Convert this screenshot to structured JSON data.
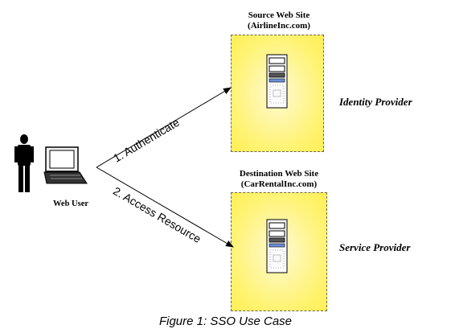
{
  "source_site": {
    "title_line1": "Source Web Site",
    "title_line2": "(AirlineInc.com)",
    "role": "Identity Provider"
  },
  "destination_site": {
    "title_line1": "Destination Web Site",
    "title_line2": "(CarRentalInc.com)",
    "role": "Service Provider"
  },
  "user": {
    "label": "Web  User"
  },
  "arrows": {
    "step1": "1.  Authenticate",
    "step2": "2.  Access Resource"
  },
  "caption": "Figure 1: SSO Use Case",
  "colors": {
    "box_fill": "#fff372",
    "box_border": "#666666",
    "arrow": "#000000"
  },
  "icons": [
    "person-icon",
    "laptop-icon",
    "server-icon"
  ]
}
